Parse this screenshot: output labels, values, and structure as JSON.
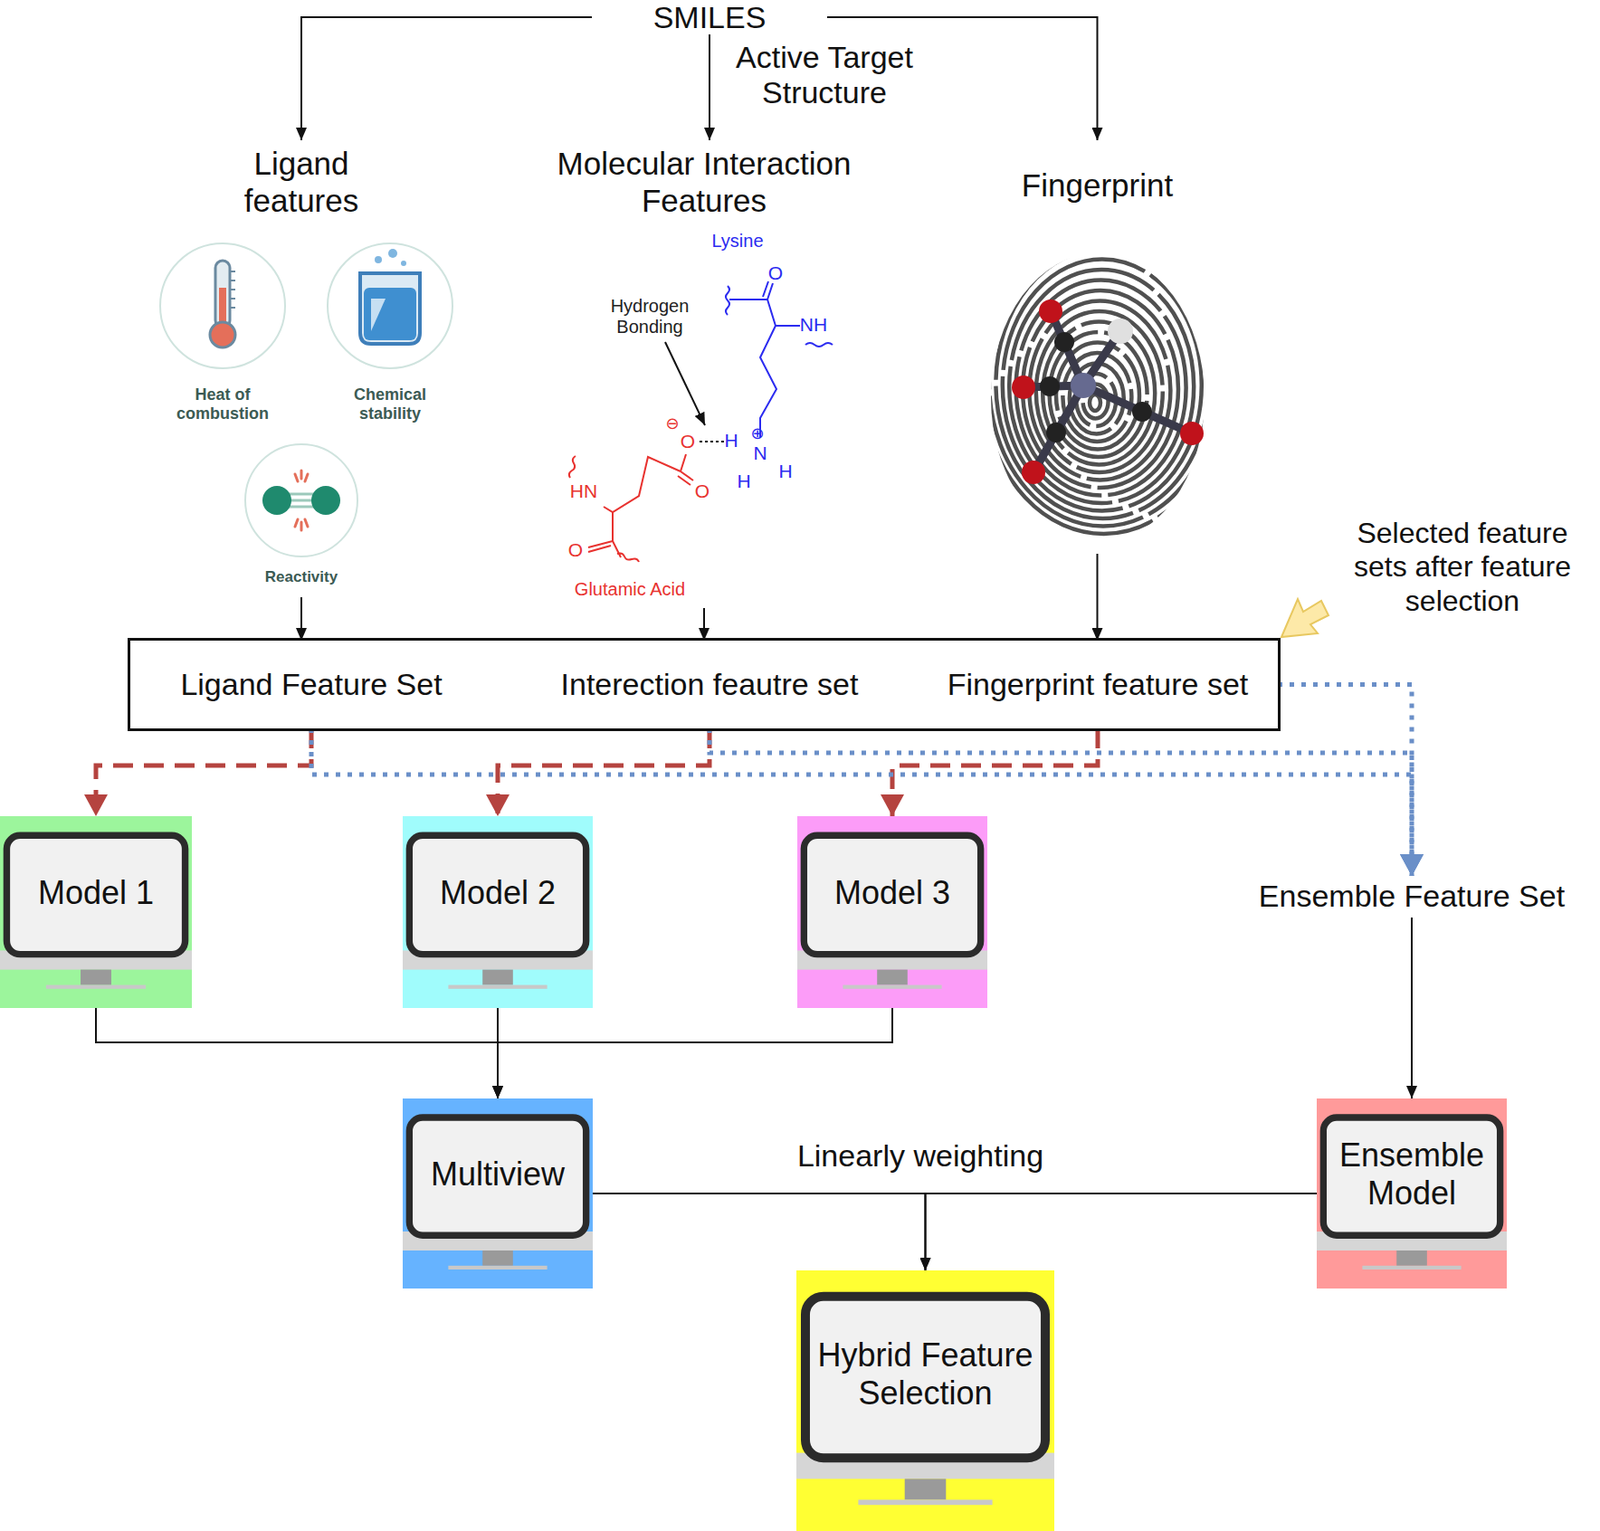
{
  "diagram": {
    "nodes": [
      {
        "text": [
          "SMILES"
        ]
      },
      {
        "text": [
          "Ligand features"
        ]
      },
      {
        "text": [
          "Molecular Interaction Features"
        ]
      },
      {
        "text": [
          "Fingerprint"
        ]
      },
      {
        "text": [
          "Selected feature sets after feature selection"
        ]
      },
      {
        "text": [
          "Ligand Feature Set"
        ],
        "in": 4
      },
      {
        "text": [
          "Interection feautre set"
        ],
        "in": 4
      },
      {
        "text": [
          "Fingerprint feature set"
        ],
        "in": 4
      },
      {
        "text": [
          "Model 1"
        ]
      },
      {
        "text": [
          "Model 2"
        ]
      },
      {
        "text": [
          "Model 3"
        ]
      },
      {
        "text": [
          "Ensemble Feature Set"
        ]
      },
      {
        "text": [
          "Multiview"
        ]
      },
      {
        "text": [
          "Ensemble Model"
        ]
      },
      {
        "text": [
          "Hybrid Feature Selection"
        ]
      }
    ],
    "edges": [
      {
        "from": 0,
        "to": 1,
        "arrow": "to"
      },
      {
        "from": 0,
        "to": 2,
        "arrow": "to",
        "label": "Active Target Structure"
      },
      {
        "from": 0,
        "to": 3,
        "arrow": "to"
      },
      {
        "from": 1,
        "to": 5,
        "arrow": "to"
      },
      {
        "from": 2,
        "to": 6,
        "arrow": "to"
      },
      {
        "from": 3,
        "to": 7,
        "arrow": "to"
      },
      {
        "from": 5,
        "to": 8,
        "arrow": "to"
      },
      {
        "from": 6,
        "to": 9,
        "arrow": "to"
      },
      {
        "from": 7,
        "to": 10,
        "arrow": "to"
      },
      {
        "from": 5,
        "to": 11,
        "arrow": "to"
      },
      {
        "from": 6,
        "to": 11,
        "arrow": "to"
      },
      {
        "from": 7,
        "to": 11,
        "arrow": "to"
      },
      {
        "from": 8,
        "to": 12,
        "arrow": "to"
      },
      {
        "from": 9,
        "to": 12,
        "arrow": "to"
      },
      {
        "from": 10,
        "to": 12,
        "arrow": "to"
      },
      {
        "from": 11,
        "to": 13,
        "arrow": "to"
      },
      {
        "from": 12,
        "to": 14,
        "arrow": "to",
        "label": "Linearly weighting"
      },
      {
        "from": 13,
        "to": 14,
        "arrow": "to"
      }
    ],
    "labels": [
      "Heat of combustion",
      "Chemical stability",
      "Reactivity",
      "Lysine",
      "Hydrogen Bonding",
      "O",
      "NH",
      "⊕",
      "H",
      "N",
      "H",
      "H",
      "⊖",
      "O",
      "O",
      "HN",
      "O",
      "Glutamic Acid"
    ]
  }
}
